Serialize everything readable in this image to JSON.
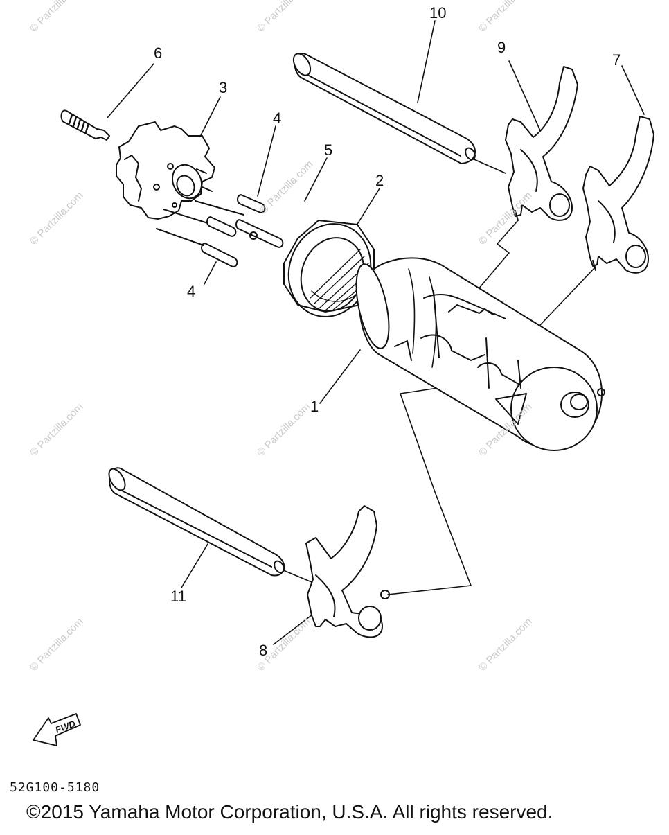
{
  "diagram": {
    "callouts": [
      "1",
      "2",
      "3",
      "4",
      "4",
      "5",
      "6",
      "7",
      "8",
      "9",
      "10",
      "11"
    ],
    "watermark": "© Partzilla.com",
    "fwd_label": "FWD",
    "part_code": "52G100-5180",
    "copyright": "©2015 Yamaha Motor Corporation, U.S.A. All rights reserved."
  }
}
